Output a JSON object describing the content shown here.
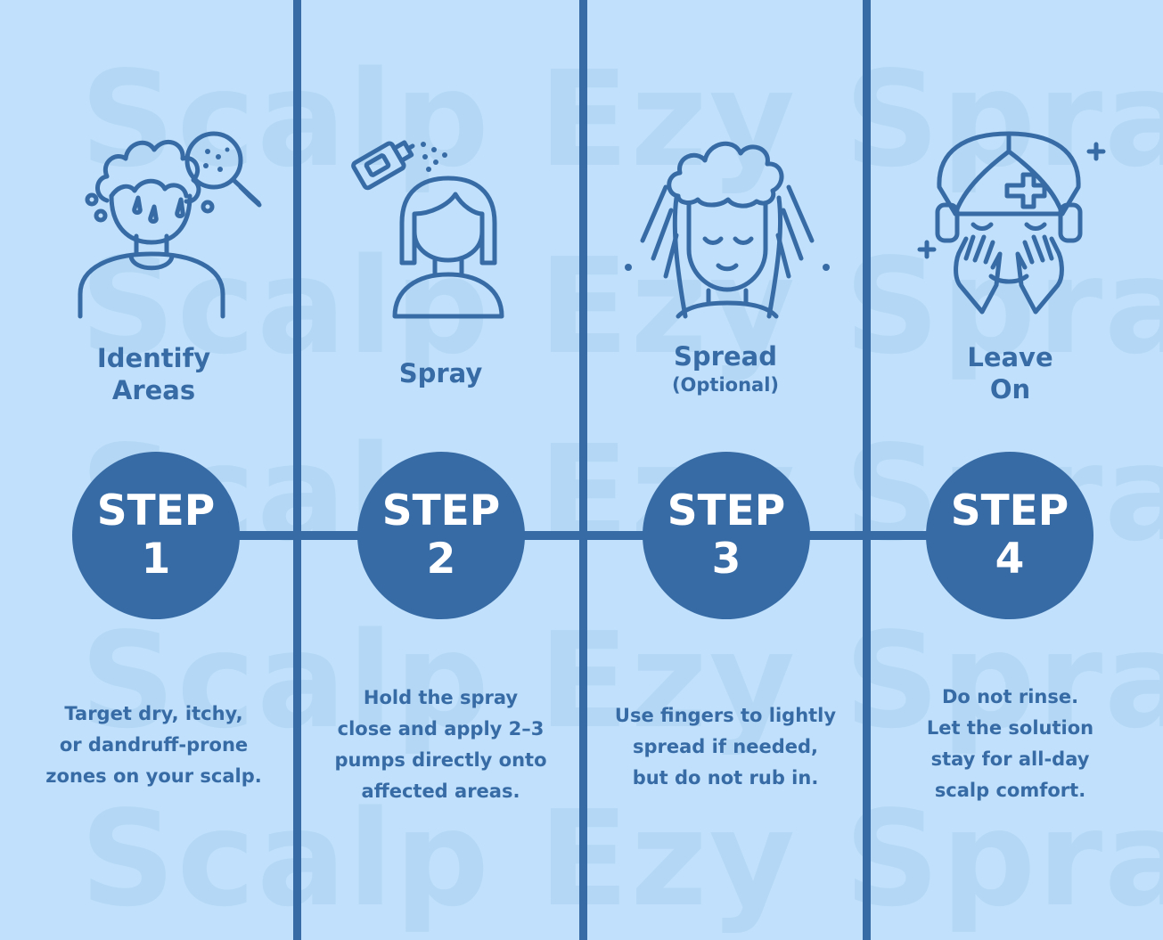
{
  "watermark": {
    "text": "Scalp Ezy Spray"
  },
  "colors": {
    "background": "#c0e0fb",
    "accent": "#376ba5",
    "step_text": "#ffffff",
    "watermark": "#b3d7f5"
  },
  "steps": [
    {
      "icon": "itchy-scalp-magnifier-icon",
      "title_line1": "Identify",
      "title_line2": "Areas",
      "subtitle": "",
      "step_word": "STEP",
      "number": "1",
      "description": "Target dry, itchy,\nor dandruff-prone\nzones on your scalp."
    },
    {
      "icon": "spray-bottle-head-icon",
      "title_line1": "Spray",
      "title_line2": "",
      "subtitle": "",
      "step_word": "STEP",
      "number": "2",
      "description": "Hold the spray\nclose and apply 2–3\npumps directly onto\naffected areas."
    },
    {
      "icon": "fingers-spread-foam-icon",
      "title_line1": "Spread",
      "title_line2": "",
      "subtitle": "(Optional)",
      "step_word": "STEP",
      "number": "3",
      "description": "Use fingers to lightly\nspread if needed,\nbut do not rub in."
    },
    {
      "icon": "relaxed-face-leave-on-icon",
      "title_line1": "Leave",
      "title_line2": "On",
      "subtitle": "",
      "step_word": "STEP",
      "number": "4",
      "description": "Do not rinse.\nLet the solution\nstay for all-day\nscalp comfort."
    }
  ]
}
